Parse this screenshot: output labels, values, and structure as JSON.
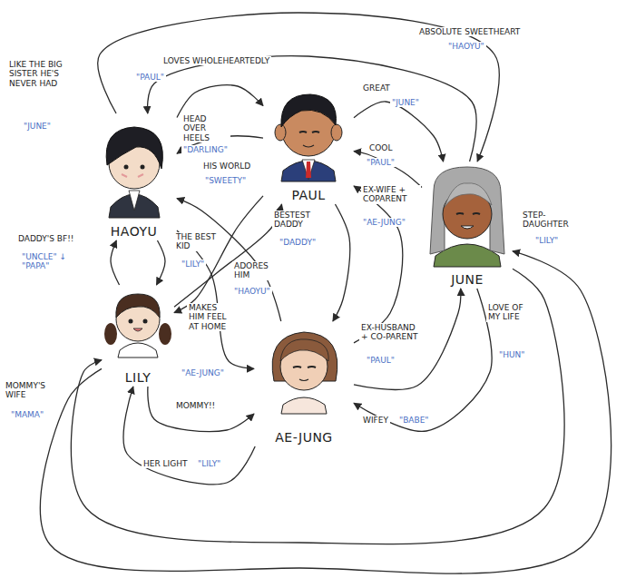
{
  "diagram": {
    "nodes": [
      {
        "text": [
          "HAOYU"
        ]
      },
      {
        "text": [
          "PAUL"
        ]
      },
      {
        "text": [
          "JUNE"
        ]
      },
      {
        "text": [
          "LILY"
        ]
      },
      {
        "text": [
          "AE-JUNG"
        ]
      }
    ],
    "edges": [
      {
        "from": 0,
        "to": 1,
        "arrow": "to",
        "label": "LOVES WHOLEHEARTEDLY"
      },
      {
        "from": 1,
        "to": 0,
        "arrow": "to",
        "label": "HEAD OVER HEELS"
      },
      {
        "from": 0,
        "to": 2,
        "arrow": "to",
        "label": "LIKE THE BIG SISTER HE'S NEVER HAD"
      },
      {
        "from": 2,
        "to": 0,
        "arrow": "to",
        "label": "ABSOLUTE SWEETHEART"
      },
      {
        "from": 1,
        "to": 2,
        "arrow": "to",
        "label": "GREAT"
      },
      {
        "from": 2,
        "to": 1,
        "arrow": "to",
        "label": "COOL"
      },
      {
        "from": 1,
        "to": 3,
        "arrow": "to",
        "label": "HIS WORLD"
      },
      {
        "from": 3,
        "to": 1,
        "arrow": "to",
        "label": "BESTEST DADDY"
      },
      {
        "from": 1,
        "to": 4,
        "arrow": "to",
        "label": "EX-WIFE + COPARENT"
      },
      {
        "from": 4,
        "to": 1,
        "arrow": "to",
        "label": "EX-HUSBAND + CO-PARENT"
      },
      {
        "from": 0,
        "to": 3,
        "arrow": "to",
        "label": "THE BEST KID"
      },
      {
        "from": 3,
        "to": 0,
        "arrow": "to",
        "label": "DADDY'S BF!!"
      },
      {
        "from": 0,
        "to": 4,
        "arrow": "to",
        "label": "MAKES HIM FEEL AT HOME"
      },
      {
        "from": 4,
        "to": 0,
        "arrow": "to",
        "label": "ADORES HIM"
      },
      {
        "from": 3,
        "to": 4,
        "arrow": "to",
        "label": "MOMMY!!"
      },
      {
        "from": 4,
        "to": 3,
        "arrow": "to",
        "label": "HER LIGHT"
      },
      {
        "from": 4,
        "to": 2,
        "arrow": "to",
        "label": "LOVE OF MY LIFE"
      },
      {
        "from": 2,
        "to": 4,
        "arrow": "to",
        "label": "WIFEY"
      },
      {
        "from": 2,
        "to": 3,
        "arrow": "to",
        "label": "STEP-DAUGHTER"
      },
      {
        "from": 3,
        "to": 2,
        "arrow": "to",
        "label": "MOMMY'S WIFE"
      }
    ],
    "labels": [
      "\"PAUL\"",
      "\"DARLING\"",
      "\"JUNE\"",
      "\"HAOYU\"",
      "\"JUNE\"",
      "\"PAUL\"",
      "\"SWEETY\"",
      "\"DADDY\"",
      "\"AE-JUNG\"",
      "\"PAUL\"",
      "\"LILY\"",
      "\"UNCLE\" ↓ \"PAPA\"",
      "\"AE-JUNG\"",
      "\"HAOYU\"",
      "\"LILY\"",
      "\"HUN\"",
      "\"BABE\"",
      "\"LILY\"",
      "\"MAMA\""
    ]
  }
}
